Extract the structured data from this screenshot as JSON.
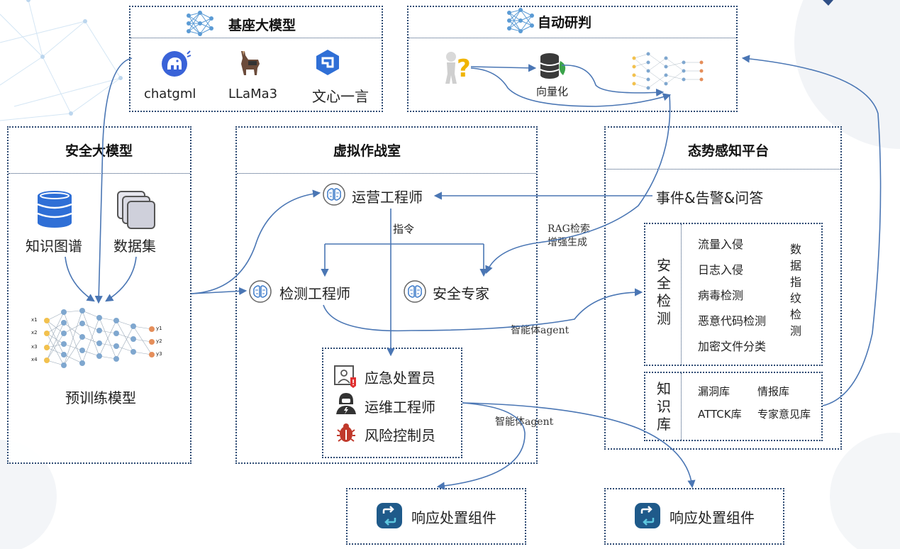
{
  "base_models": {
    "title": "基座大模型",
    "items": [
      "chatgml",
      "LLaMa3",
      "文心一言"
    ]
  },
  "auto_judge": {
    "title": "自动研判",
    "vectorize": "向量化"
  },
  "security_model": {
    "title": "安全大模型",
    "knowledge_graph": "知识图谱",
    "dataset": "数据集",
    "pretrain": "预训练模型",
    "nn_inputs": [
      "x1",
      "x2",
      "x3",
      "x4"
    ],
    "nn_outputs": [
      "y1",
      "y2",
      "y3"
    ]
  },
  "war_room": {
    "title": "虚拟作战室",
    "ops_engineer": "运营工程师",
    "command": "指令",
    "detect_engineer": "检测工程师",
    "security_expert": "安全专家",
    "roles": [
      "应急处置员",
      "运维工程师",
      "风险控制员"
    ]
  },
  "situation": {
    "title": "态势感知平台",
    "events": "事件&告警&问答",
    "security_detect_label": "安全检测",
    "detect_items": [
      "流量入侵",
      "日志入侵",
      "病毒检测",
      "恶意代码检测",
      "加密文件分类"
    ],
    "fingerprint_label": "数据指纹检测",
    "knowledge_label": "知识库",
    "kb_items": [
      "漏洞库",
      "情报库",
      "ATTCK库",
      "专家意见库"
    ]
  },
  "edge_labels": {
    "rag": [
      "RAG检索",
      "增强生成"
    ],
    "agent1": "智能体agent",
    "agent2": "智能体agent"
  },
  "response_components": [
    "响应处置组件",
    "响应处置组件"
  ],
  "colors": {
    "border": "#2d4a73",
    "arrow": "#4a76b4",
    "brand_blue": "#2f6fd6"
  }
}
